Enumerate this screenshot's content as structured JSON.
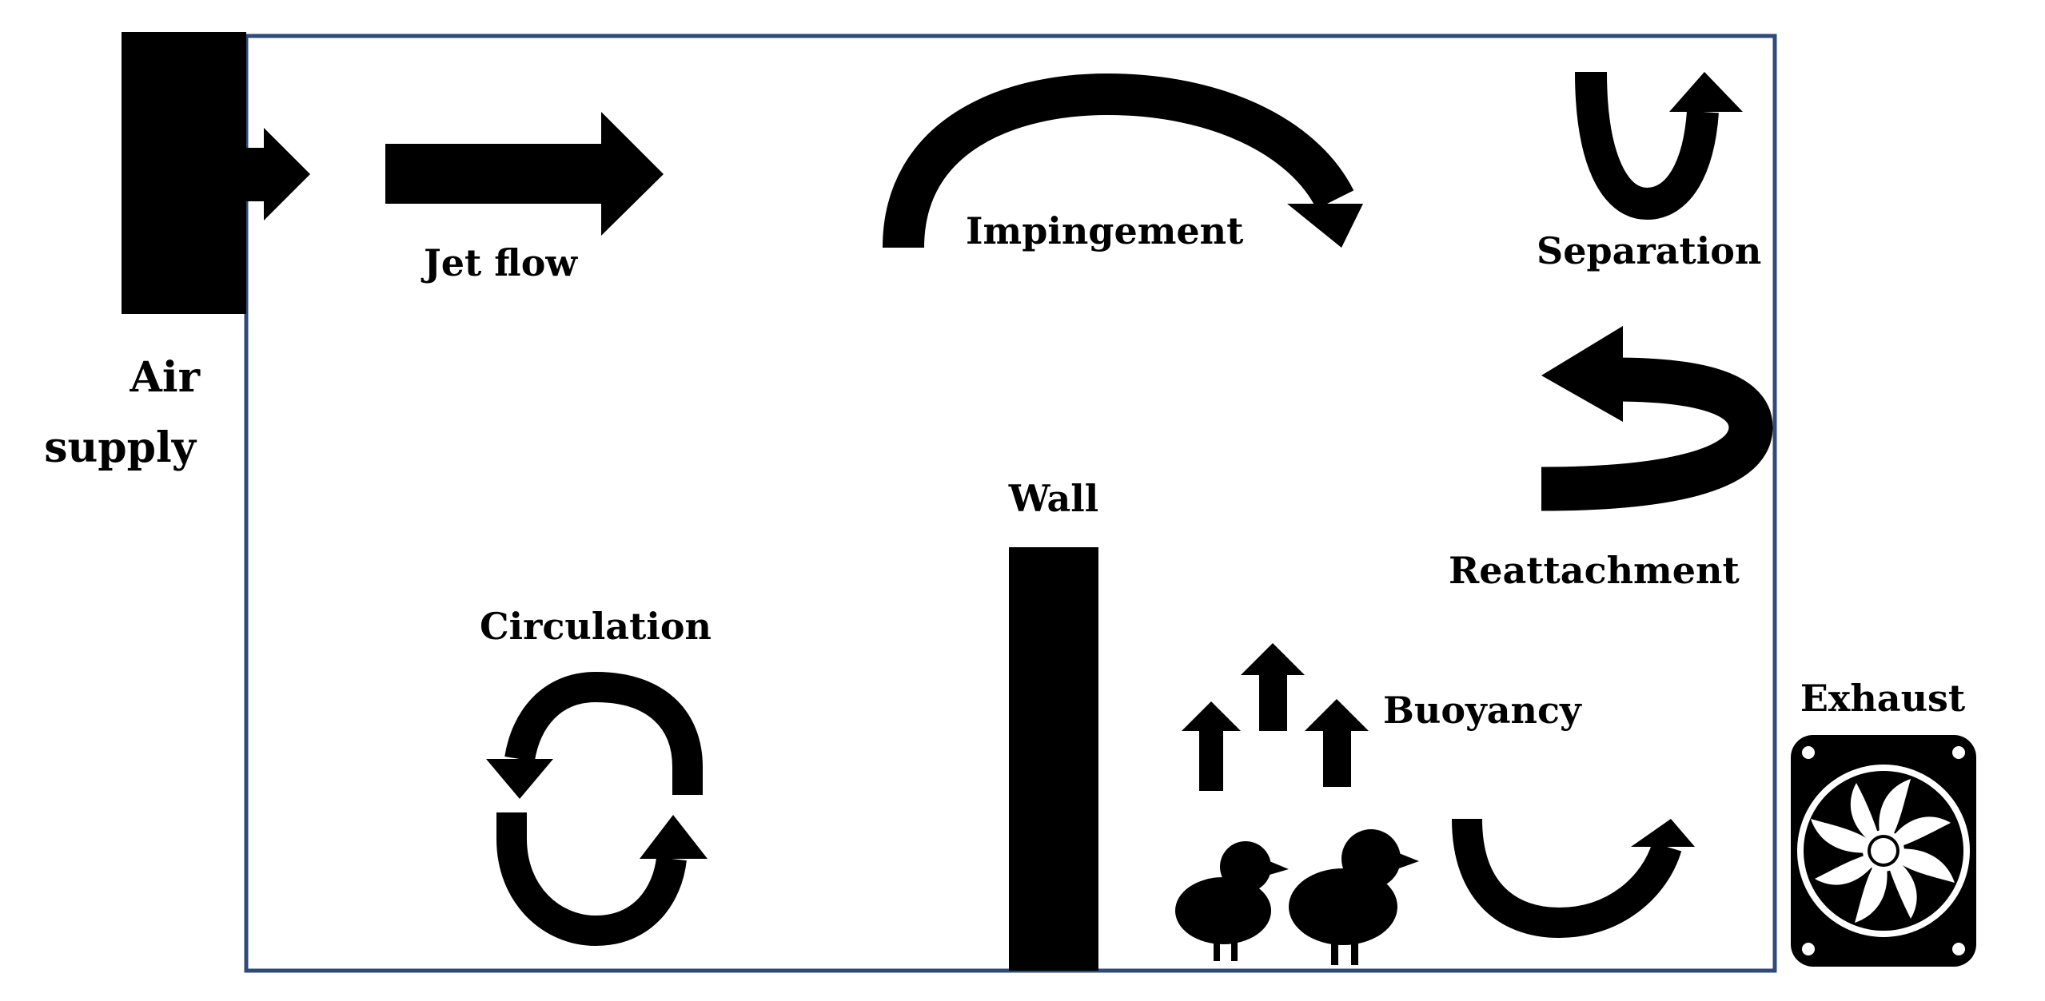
{
  "labels": {
    "air_supply_line1": "Air",
    "air_supply_line2": "supply",
    "jet_flow": "Jet flow",
    "impingement": "Impingement",
    "separation": "Separation",
    "reattachment": "Reattachment",
    "wall": "Wall",
    "circulation": "Circulation",
    "buoyancy": "Buoyancy",
    "exhaust": "Exhaust"
  },
  "icons": [
    "air-supply-block",
    "jet-arrow",
    "impingement-arrow",
    "separation-arrow",
    "reattachment-arrow",
    "wall-block",
    "circulation-arrows",
    "buoyancy-arrows",
    "chick-icon",
    "exhaust-fan-icon"
  ],
  "colors": {
    "room_border": "#2e4a78",
    "ink": "#000000",
    "background": "#ffffff"
  }
}
